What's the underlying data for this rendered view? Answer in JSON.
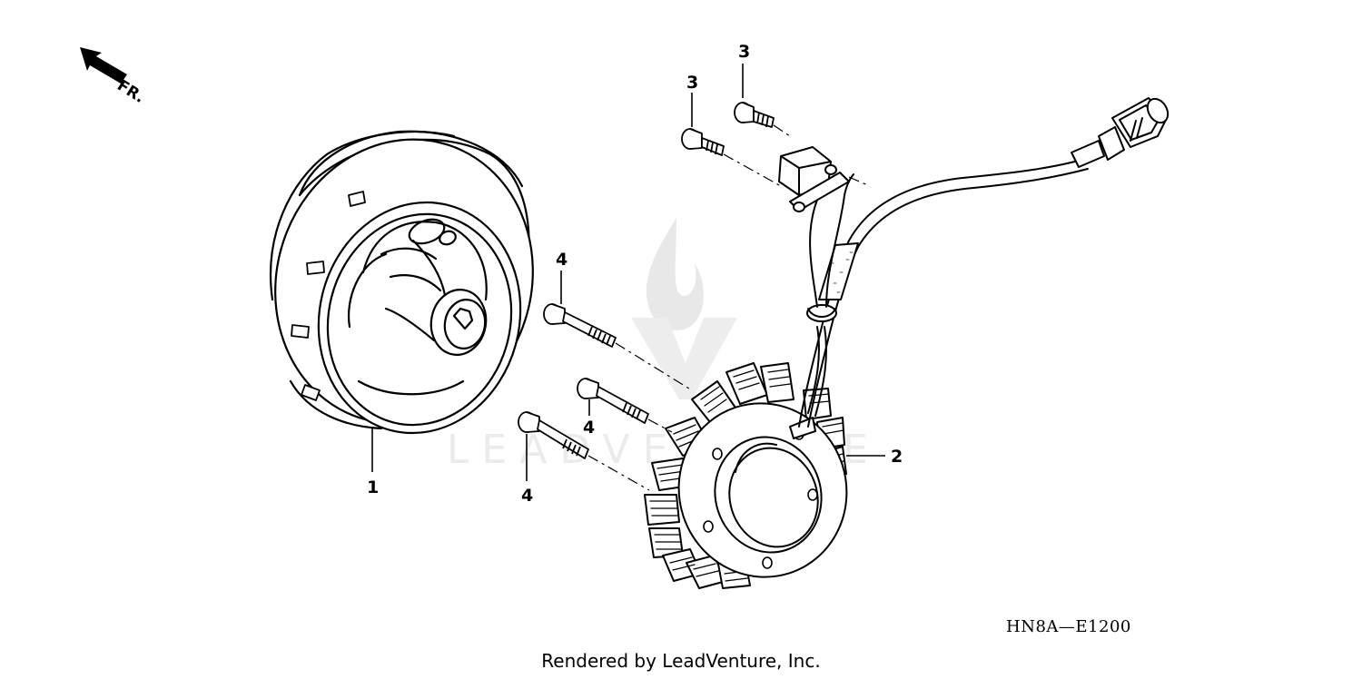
{
  "watermark": {
    "text": "LEADVENTURE"
  },
  "direction_indicator": {
    "label": "FR."
  },
  "callouts": {
    "flywheel": "1",
    "stator": "2",
    "bolt_upper": "3",
    "bolt_left": "3",
    "bolt_long": "4",
    "bolt_mid": "4",
    "bolt_low": "4"
  },
  "diagram_code": "HN8A—E1200",
  "credit": "Rendered by LeadVenture, Inc.",
  "colors": {
    "line": "#000000",
    "watermark": "#e6e6e6",
    "background": "#ffffff"
  }
}
